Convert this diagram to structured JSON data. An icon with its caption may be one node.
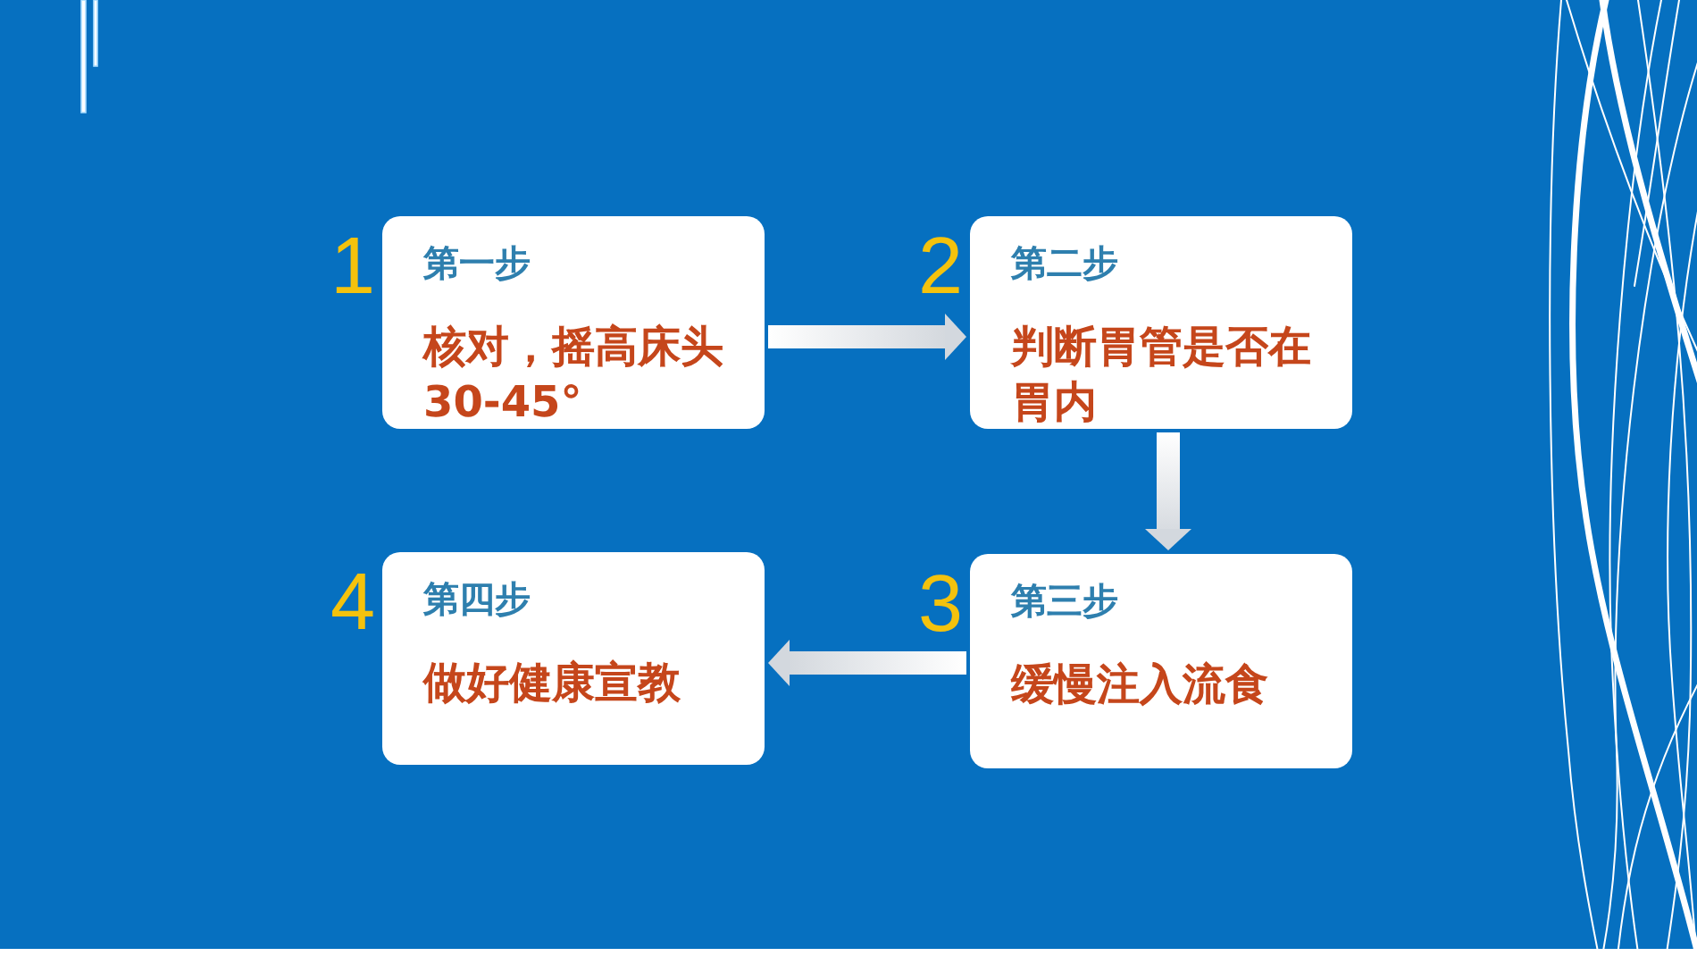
{
  "diagram": {
    "nodes": [
      {
        "text": [
          "第一步",
          "核对，摇高床头30-45°"
        ],
        "beside": [
          "1"
        ]
      },
      {
        "text": [
          "第二步",
          "判断胃管是否在胃内"
        ],
        "beside": [
          "2"
        ]
      },
      {
        "text": [
          "第三步",
          "缓慢注入流食"
        ],
        "beside": [
          "3"
        ]
      },
      {
        "text": [
          "第四步",
          "做好健康宣教"
        ],
        "beside": [
          "4"
        ]
      }
    ],
    "edges": [
      {
        "from": 0,
        "to": 1,
        "arrow": "to"
      },
      {
        "from": 1,
        "to": 2,
        "arrow": "to"
      },
      {
        "from": 2,
        "to": 3,
        "arrow": "to"
      }
    ]
  }
}
